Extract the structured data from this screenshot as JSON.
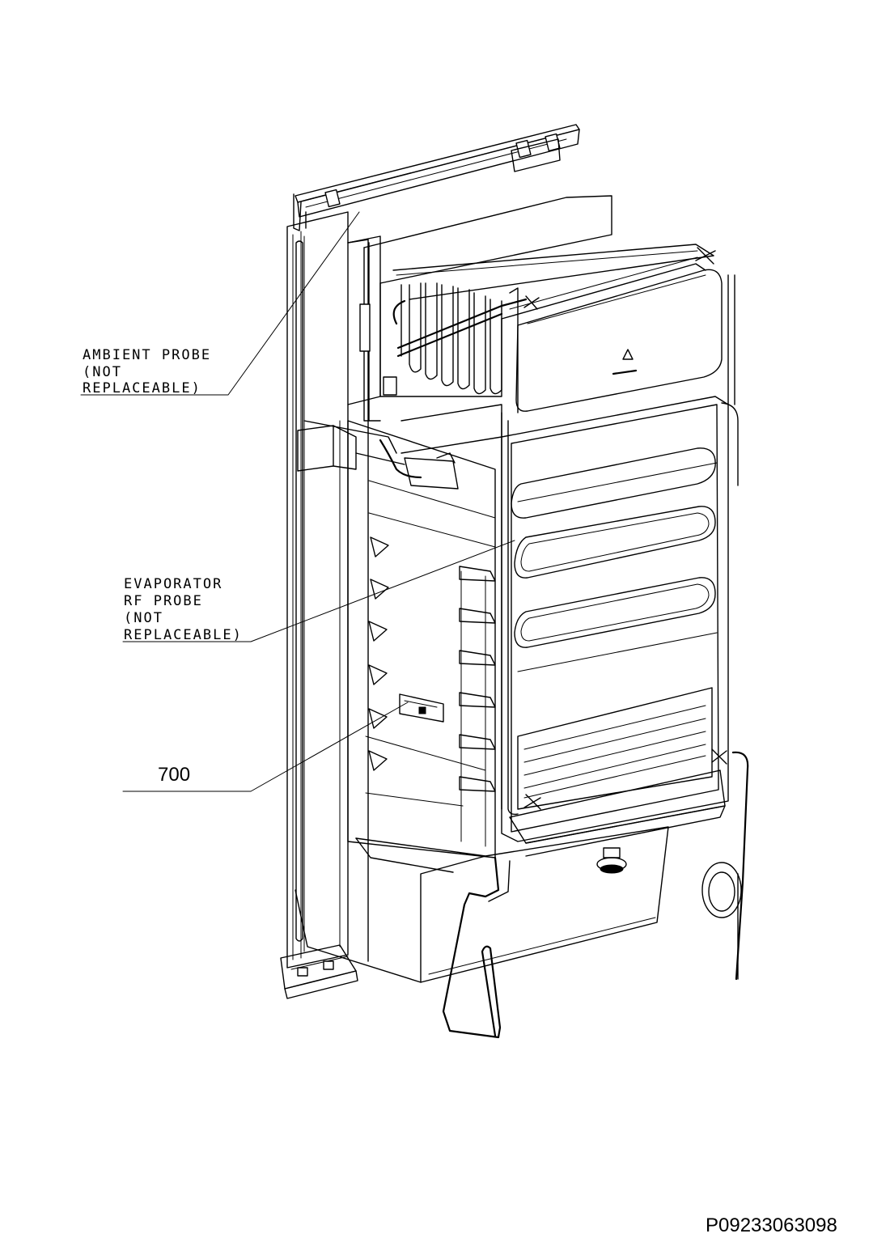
{
  "callouts": {
    "ambient_probe": [
      "AMBIENT PROBE",
      "(NOT",
      "REPLACEABLE)"
    ],
    "evaporator_probe": [
      "EVAPORATOR",
      "RF PROBE",
      "(NOT",
      "REPLACEABLE)"
    ],
    "part_number": "700"
  },
  "drawing_code": "P09233063098",
  "icons": {
    "recycling_mark": "recycle-triangle-icon"
  }
}
